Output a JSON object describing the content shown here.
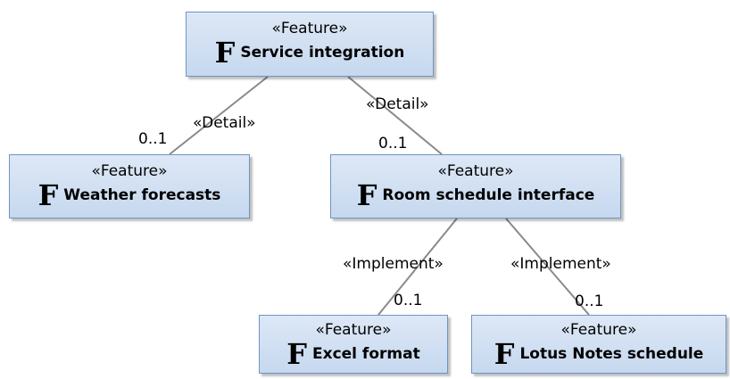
{
  "nodes": [
    {
      "id": "service",
      "stereotype": "«Feature»",
      "icon": "F",
      "name": "Service integration"
    },
    {
      "id": "weather",
      "stereotype": "«Feature»",
      "icon": "F",
      "name": "Weather forecasts"
    },
    {
      "id": "room",
      "stereotype": "«Feature»",
      "icon": "F",
      "name": "Room schedule interface"
    },
    {
      "id": "excel",
      "stereotype": "«Feature»",
      "icon": "F",
      "name": "Excel format"
    },
    {
      "id": "lotus",
      "stereotype": "«Feature»",
      "icon": "F",
      "name": "Lotus Notes schedule"
    }
  ],
  "edges": [
    {
      "from": "service",
      "to": "weather",
      "stereotype": "«Detail»",
      "multiplicity": "0..1"
    },
    {
      "from": "service",
      "to": "room",
      "stereotype": "«Detail»",
      "multiplicity": "0..1"
    },
    {
      "from": "room",
      "to": "excel",
      "stereotype": "«Implement»",
      "multiplicity": "0..1"
    },
    {
      "from": "room",
      "to": "lotus",
      "stereotype": "«Implement»",
      "multiplicity": "0..1"
    }
  ],
  "colors": {
    "node_fill_top": "#dde8f6",
    "node_fill_bottom": "#c6d8ef",
    "node_border": "#6f95c2",
    "edge": "#8a8a8a"
  }
}
